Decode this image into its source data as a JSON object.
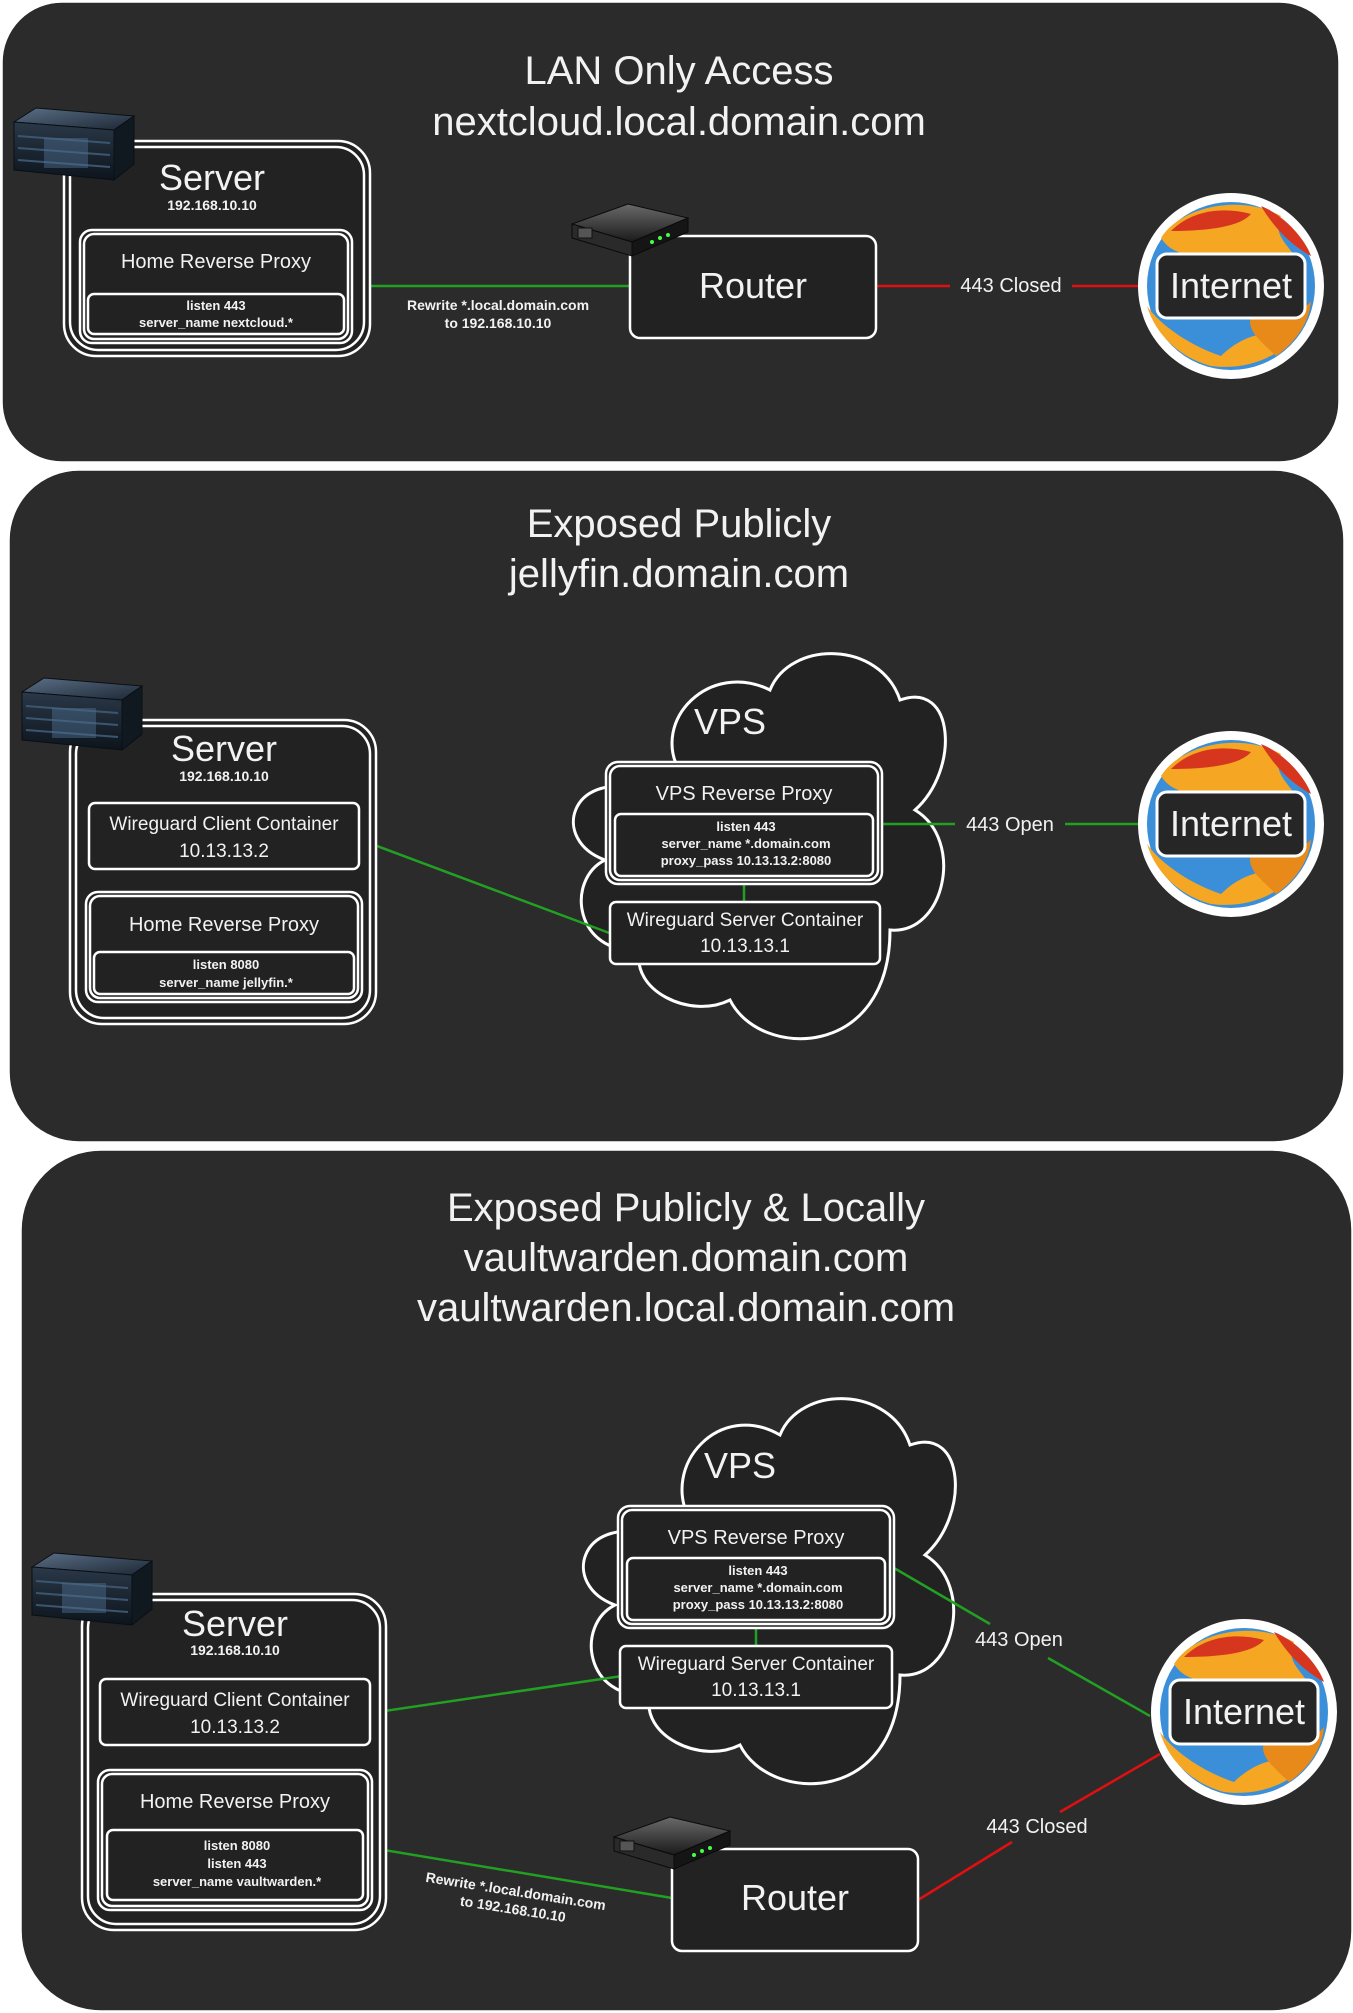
{
  "colors": {
    "panel_bg": "#2b2b2b",
    "box_border": "#ffffff",
    "text": "#f2f2f2",
    "link_ok": "#22a022",
    "link_blocked": "#e01010",
    "internet_orange": "#f5a623",
    "internet_blue": "#3a8fd8",
    "internet_red": "#d6361e"
  },
  "icons": [
    "server-rack-icon",
    "router-icon",
    "globe-icon"
  ],
  "sections": [
    {
      "title": "LAN Only Access",
      "subtitle": "nextcloud.local.domain.com",
      "server": {
        "label": "Server",
        "ip": "192.168.10.10",
        "proxy": {
          "label": "Home Reverse Proxy",
          "config": [
            "listen 443",
            "server_name nextcloud.*"
          ]
        }
      },
      "router": {
        "label": "Router"
      },
      "internet": {
        "label": "Internet"
      },
      "links": {
        "server_router": [
          "Rewrite *.local.domain.com",
          "to 192.168.10.10"
        ],
        "router_internet": "443 Closed"
      }
    },
    {
      "title": "Exposed Publicly",
      "subtitle": "jellyfin.domain.com",
      "server": {
        "label": "Server",
        "ip": "192.168.10.10",
        "wg_client": {
          "label": "Wireguard Client Container",
          "ip": "10.13.13.2"
        },
        "proxy": {
          "label": "Home Reverse Proxy",
          "config": [
            "listen 8080",
            "server_name jellyfin.*"
          ]
        }
      },
      "vps": {
        "label": "VPS",
        "proxy": {
          "label": "VPS Reverse Proxy",
          "config": [
            "listen 443",
            "server_name *.domain.com",
            "proxy_pass 10.13.13.2:8080"
          ]
        },
        "wg_server": {
          "label": "Wireguard Server Container",
          "ip": "10.13.13.1"
        }
      },
      "internet": {
        "label": "Internet"
      },
      "links": {
        "vps_internet": "443 Open"
      }
    },
    {
      "title": "Exposed Publicly & Locally",
      "subtitle": "vaultwarden.domain.com",
      "subtitle2": "vaultwarden.local.domain.com",
      "server": {
        "label": "Server",
        "ip": "192.168.10.10",
        "wg_client": {
          "label": "Wireguard Client Container",
          "ip": "10.13.13.2"
        },
        "proxy": {
          "label": "Home Reverse Proxy",
          "config": [
            "listen 8080",
            "listen 443",
            "server_name vaultwarden.*"
          ]
        }
      },
      "vps": {
        "label": "VPS",
        "proxy": {
          "label": "VPS Reverse Proxy",
          "config": [
            "listen 443",
            "server_name *.domain.com",
            "proxy_pass 10.13.13.2:8080"
          ]
        },
        "wg_server": {
          "label": "Wireguard Server Container",
          "ip": "10.13.13.1"
        }
      },
      "router": {
        "label": "Router"
      },
      "internet": {
        "label": "Internet"
      },
      "links": {
        "vps_internet": "443 Open",
        "router_internet": "443 Closed",
        "server_router": [
          "Rewrite *.local.domain.com",
          "to 192.168.10.10"
        ]
      }
    }
  ]
}
